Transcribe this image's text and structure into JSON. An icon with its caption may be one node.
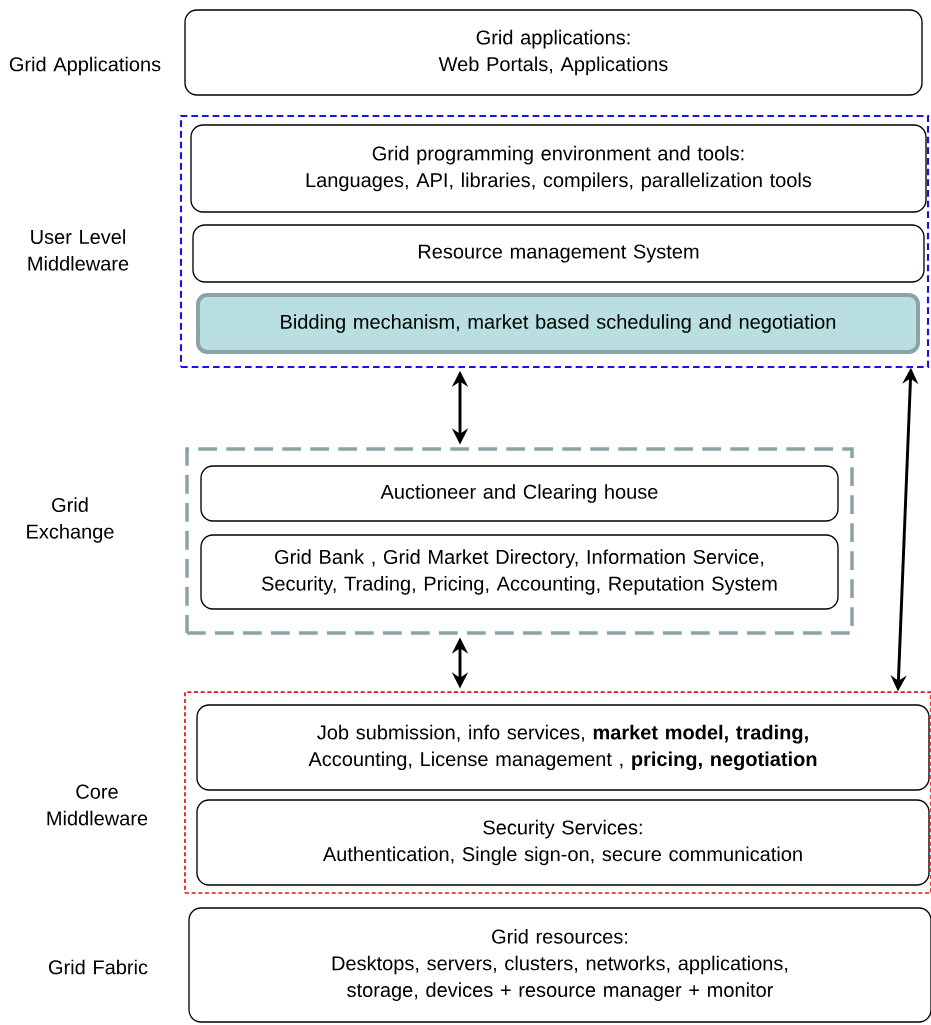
{
  "diagram": {
    "nodes": [
      {
        "text": [
          "Grid applications:",
          "Web Portals, Applications"
        ],
        "beside": [
          "Grid Applications"
        ]
      },
      {
        "text": [],
        "shape": "box",
        "beside": [
          "User Level Middleware"
        ]
      },
      {
        "text": [
          "Grid programming environment and tools:",
          "Languages, API, libraries, compilers, parallelization tools"
        ],
        "in": 1
      },
      {
        "text": [
          "Resource management System"
        ],
        "in": 1
      },
      {
        "text": [
          "Bidding mechanism, market based scheduling and negotiation"
        ],
        "in": 1
      },
      {
        "text": [],
        "shape": "box",
        "beside": [
          "Grid Exchange"
        ]
      },
      {
        "text": [
          "Auctioneer and Clearing house"
        ],
        "in": 5
      },
      {
        "text": [
          "Grid Bank , Grid Market Directory, Information Service, Security, Trading, Pricing, Accounting, Reputation System"
        ],
        "in": 5
      },
      {
        "text": [],
        "shape": "box",
        "beside": [
          "Core Middleware"
        ]
      },
      {
        "text": [
          "Job submission, info services, **market model, trading,** Accounting, License management , **pricing, negotiation**"
        ],
        "in": 8
      },
      {
        "text": [
          "Security Services:",
          "Authentication, Single sign-on, secure communication"
        ],
        "in": 8
      },
      {
        "text": [
          "Grid resources:",
          "Desktops, servers, clusters, networks, applications, storage, devices + resource manager + monitor"
        ],
        "beside": [
          "Grid Fabric"
        ]
      }
    ],
    "edges": [
      {
        "from": 1,
        "to": 5,
        "arrow": "both"
      },
      {
        "from": 5,
        "to": 8,
        "arrow": "both"
      },
      {
        "from": 1,
        "to": 8,
        "arrow": "both"
      }
    ]
  }
}
